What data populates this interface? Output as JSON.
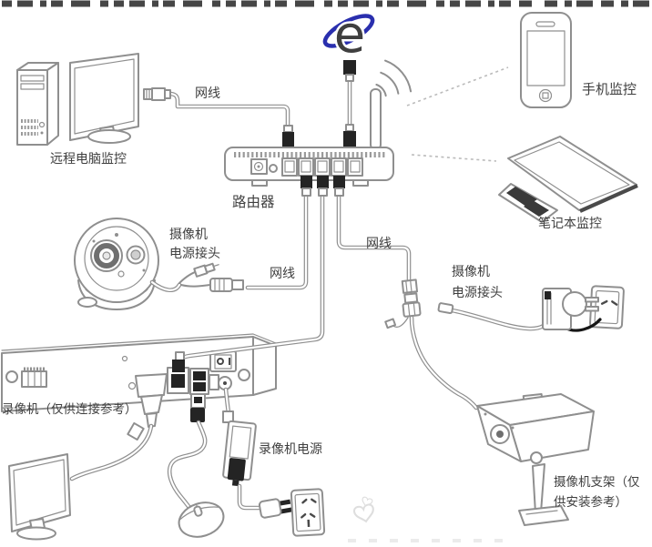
{
  "colors": {
    "line_art": "#8f8f8f",
    "label_text": "#3f3f3f",
    "dark_plug": "#242424",
    "ie_blue": "#2a2fae",
    "watermark": "#dedede"
  },
  "internet": {
    "icon": "ie-logo",
    "glyph": "e"
  },
  "devices": {
    "remote_pc": {
      "label": "远程电脑监控"
    },
    "router": {
      "label": "路由器"
    },
    "phone": {
      "label": "手机监控"
    },
    "laptop": {
      "label": "笔记本监控"
    },
    "dome_camera": {
      "power_connector_label": [
        "摄像机",
        "电源接头"
      ]
    },
    "bullet_camera": {
      "power_connector_label": [
        "摄像机",
        "电源接头"
      ],
      "bracket_label": [
        "摄像机支架（仅",
        "供安装参考）"
      ]
    },
    "dvr": {
      "label": "录像机（仅供连接参考）",
      "power_label": "录像机电源"
    }
  },
  "cables": {
    "pc_to_router_label": "网线",
    "dome_to_router_label": "网线",
    "router_to_bullet_label": "网线"
  }
}
